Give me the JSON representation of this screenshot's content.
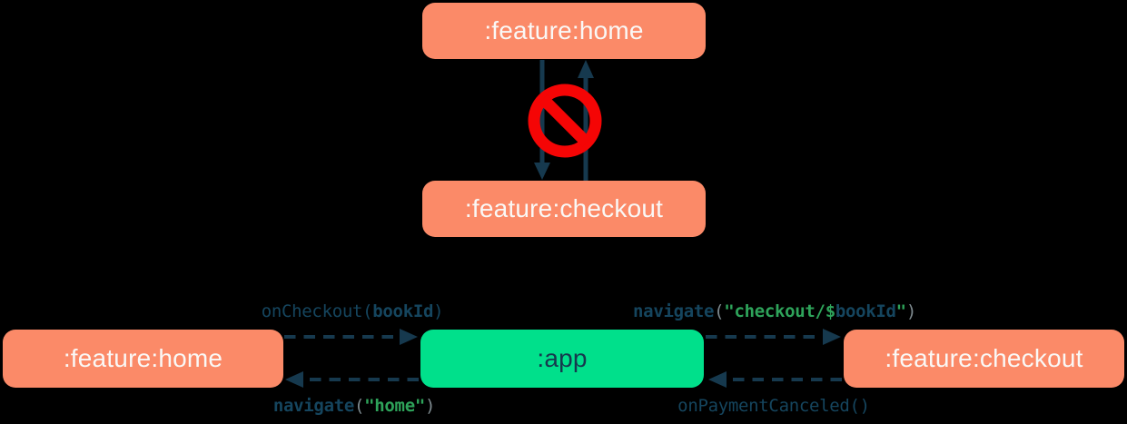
{
  "colors": {
    "background": "#000000",
    "salmon": "#FB8A68",
    "green": "#00E08B",
    "navy": "#16394E",
    "red": "#F50505",
    "white": "#FAF8F6",
    "codenavy": "#15455E",
    "codegray": "#7E8A8F",
    "codegreen": "#2EA35A"
  },
  "top_diagram": {
    "home_node": ":feature:home",
    "checkout_node": ":feature:checkout",
    "icon": "no-entry-icon",
    "edges": [
      {
        "from": ":feature:home",
        "to": ":feature:checkout",
        "style": "solid",
        "allowed": false
      },
      {
        "from": ":feature:checkout",
        "to": ":feature:home",
        "style": "solid",
        "allowed": false
      }
    ]
  },
  "bottom_diagram": {
    "home_node": ":feature:home",
    "app_node": ":app",
    "checkout_node": ":feature:checkout",
    "edges": [
      {
        "from": ":feature:home",
        "to": ":app",
        "style": "dashed",
        "label": "onCheckout(bookId)"
      },
      {
        "from": ":app",
        "to": ":feature:home",
        "style": "dashed",
        "label": "navigate(\"home\")"
      },
      {
        "from": ":app",
        "to": ":feature:checkout",
        "style": "dashed",
        "label": "navigate(\"checkout/$bookId\")"
      },
      {
        "from": ":feature:checkout",
        "to": ":app",
        "style": "dashed",
        "label": "onPaymentCanceled()"
      }
    ],
    "labels": {
      "on_checkout": {
        "text": "onCheckout(bookId)",
        "tokens": [
          {
            "text": "onCheckout(",
            "style": "navy"
          },
          {
            "text": "bookId",
            "style": "navy-bold"
          },
          {
            "text": ")",
            "style": "navy"
          }
        ]
      },
      "navigate_home": {
        "text": "navigate(\"home\")",
        "tokens": [
          {
            "text": "navigate",
            "style": "navy-bold"
          },
          {
            "text": "(",
            "style": "gray"
          },
          {
            "text": "\"home\"",
            "style": "green-bold"
          },
          {
            "text": ")",
            "style": "gray"
          }
        ]
      },
      "navigate_checkout": {
        "text": "navigate(\"checkout/$bookId\")",
        "tokens": [
          {
            "text": "navigate",
            "style": "navy-bold"
          },
          {
            "text": "(",
            "style": "gray"
          },
          {
            "text": "\"checkout/$",
            "style": "green-bold"
          },
          {
            "text": "bookId",
            "style": "navy-bold"
          },
          {
            "text": "\"",
            "style": "green-bold"
          },
          {
            "text": ")",
            "style": "gray"
          }
        ]
      },
      "on_payment_canceled": {
        "text": "onPaymentCanceled()",
        "tokens": [
          {
            "text": "onPaymentCanceled()",
            "style": "navy"
          }
        ]
      }
    }
  }
}
